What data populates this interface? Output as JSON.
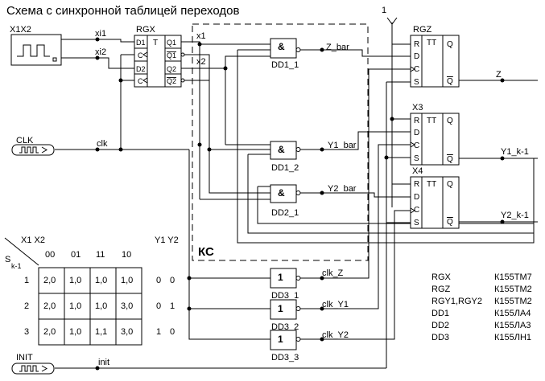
{
  "title": "Схема с  синхронной таблицей переходов",
  "generator": {
    "label": "X1X2"
  },
  "signals": {
    "xi1": "xi1",
    "xi2": "xi2",
    "x1": "x1",
    "x2": "x2",
    "clk_in": "CLK",
    "clk": "clk",
    "init_in": "INIT",
    "init": "init",
    "vcc": "1"
  },
  "rgx": {
    "name": "RGX",
    "t": "T",
    "pins_left": [
      "D1",
      "C",
      "D2",
      "C"
    ],
    "pins_right": [
      "Q1",
      "Q1",
      "Q2",
      "Q2"
    ]
  },
  "gates": [
    {
      "sym": "&",
      "label": "DD1_1",
      "out": "Z_bar"
    },
    {
      "sym": "&",
      "label": "DD1_2",
      "out": "Y1_bar"
    },
    {
      "sym": "&",
      "label": "DD2_1",
      "out": "Y2_bar"
    }
  ],
  "ks_label": "КС",
  "inverters": [
    {
      "sym": "1",
      "label": "DD3_1",
      "out": "clk_Z"
    },
    {
      "sym": "1",
      "label": "DD3_2",
      "out": "clk_Y1"
    },
    {
      "sym": "1",
      "label": "DD3_3",
      "out": "clk_Y2"
    }
  ],
  "flipflops": [
    {
      "name": "RGZ",
      "tt": "TT",
      "pins_left": [
        "R",
        "D",
        "C",
        "S"
      ],
      "pins_right": [
        "Q",
        "Q"
      ],
      "out": "Z"
    },
    {
      "name": "X3",
      "tt": "TT",
      "pins_left": [
        "R",
        "D",
        "C",
        "S"
      ],
      "pins_right": [
        "Q",
        "Q"
      ],
      "out": "Y1_k-1"
    },
    {
      "name": "X4",
      "tt": "TT",
      "pins_left": [
        "R",
        "D",
        "C",
        "S"
      ],
      "pins_right": [
        "Q",
        "Q"
      ],
      "out": "Y2_k-1"
    }
  ],
  "table": {
    "header": "X1 X2",
    "corner_s": "S",
    "corner_sub": "k-1",
    "cols": [
      "00",
      "01",
      "11",
      "10"
    ],
    "y_header": "Y1 Y2",
    "rows": [
      {
        "s": "1",
        "cells": [
          "2,0",
          "1,0",
          "1,0",
          "1,0"
        ],
        "y": [
          "0",
          "0"
        ]
      },
      {
        "s": "2",
        "cells": [
          "2,0",
          "1,0",
          "1,0",
          "3,0"
        ],
        "y": [
          "0",
          "1"
        ]
      },
      {
        "s": "3",
        "cells": [
          "2,0",
          "1,0",
          "1,1",
          "3,0"
        ],
        "y": [
          "1",
          "0"
        ]
      }
    ]
  },
  "parts": [
    {
      "ref": "RGX",
      "type": "К155ТМ7"
    },
    {
      "ref": "RGZ",
      "type": "К155ТМ2"
    },
    {
      "ref": "RGY1,RGY2",
      "type": "К155ТМ2"
    },
    {
      "ref": "DD1",
      "type": "К155ЛА4"
    },
    {
      "ref": "DD2",
      "type": "К155ЛА3"
    },
    {
      "ref": "DD3",
      "type": "К155ЛН1"
    }
  ]
}
